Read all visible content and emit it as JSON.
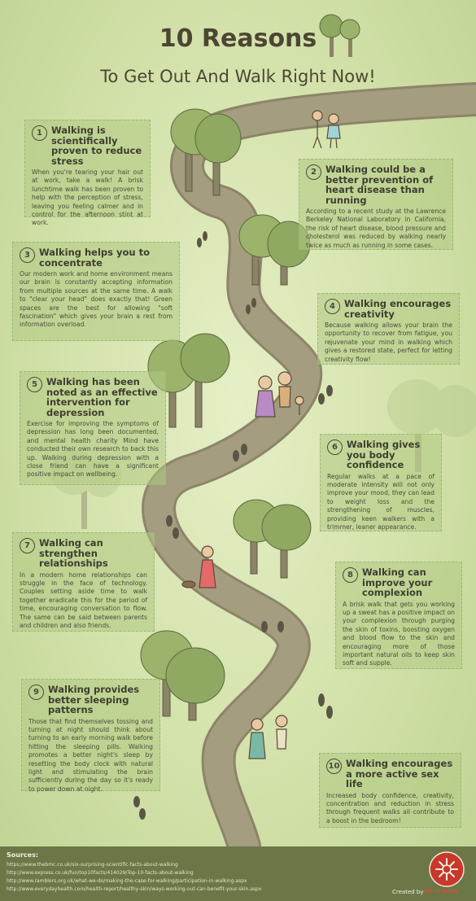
{
  "title": {
    "line1": "10 Reasons",
    "line2": "To Get Out And Walk Right Now!"
  },
  "reasons": [
    {
      "num": "1",
      "heading": "Walking is scientifically proven to reduce stress",
      "body": "When you're tearing your hair out at work, take a walk! A brisk lunchtime walk has been proven to help with the perception of stress, leaving you feeling calmer and in control for the afternoon stint at work."
    },
    {
      "num": "2",
      "heading": "Walking could be a better prevention of heart disease than running",
      "body": "According to a recent study at the Lawrence Berkeley National Laboratory in California, the risk of heart disease, blood pressure and cholesterol was reduced by walking nearly twice as much as running in some cases."
    },
    {
      "num": "3",
      "heading": "Walking helps you to concentrate",
      "body": "Our modern work and home environment means our brain is constantly accepting information from multiple sources at the same time. A walk to \"clear your head\" does exactly that! Green spaces are the best for allowing \"soft fascination\" which gives your brain a rest from information overload."
    },
    {
      "num": "4",
      "heading": "Walking encourages creativity",
      "body": "Because walking allows your brain the opportunity to recover from fatigue, you rejuvenate your mind in walking which gives a restored state, perfect for letting creativity flow!"
    },
    {
      "num": "5",
      "heading": "Walking has been noted as an effective intervention for depression",
      "body": "Exercise for improving the symptoms of depression has long been documented, and mental health charity Mind have conducted their own research to back this up. Walking during depression with a close friend can have a significant positive impact on wellbeing."
    },
    {
      "num": "6",
      "heading": "Walking gives you body confidence",
      "body": "Regular walks at a pace of moderate intensity will not only improve your mood, they can lead to weight loss and the strengthening of muscles, providing keen walkers with a trimmer, leaner appearance."
    },
    {
      "num": "7",
      "heading": "Walking can strengthen relationships",
      "body": "In a modern home relationships can struggle in the face of technology. Couples setting aside time to walk together eradicate this for the period of time, encouraging conversation to flow. The same can be said between parents and children and also friends."
    },
    {
      "num": "8",
      "heading": "Walking can improve your complexion",
      "body": "A brisk walk that gets you working up a sweat has a positive impact on your complexion through purging the skin of toxins, boosting oxygen and blood flow to the skin and encouraging more of those important natural oils to keep skin soft and supple."
    },
    {
      "num": "9",
      "heading": "Walking provides better sleeping patterns",
      "body": "Those that find themselves tossing and turning at night should think about turning to an early morning walk before hitting the sleeping pills. Walking promotes a better night's sleep by resetting the body clock with natural light and stimulating the brain sufficiently during the day so it's ready to power down at night."
    },
    {
      "num": "10",
      "heading": "Walking encourages a more active sex life",
      "body": "Increased body confidence, creativity, concentration and reduction in stress through frequent walks all contribute to a boost in the bedroom!"
    }
  ],
  "footer": {
    "sources_label": "Sources:",
    "sources": [
      "https://www.thebmc.co.uk/six-surprising-scientific-facts-about-walking",
      "http://www.express.co.uk/fun/top10facts/414029/Top-10-facts-about-walking",
      "http://www.ramblers.org.uk/what-we-do/making-the-case-for-walking/participation-in-walking.aspx",
      "http://www.everydayhealth.com/health-report/healthy-skin/ways-working-out-can-benefit-your-skin.aspx"
    ],
    "created_by": "Created by",
    "brand": "World Walks"
  },
  "colors": {
    "path": "#a49d80",
    "tree_canopy": "#9cb36c",
    "tree_trunk": "#8b8465",
    "box_bg": "#b6cb8c",
    "footer_bg": "#6b7747",
    "logo_red": "#c8382b"
  }
}
